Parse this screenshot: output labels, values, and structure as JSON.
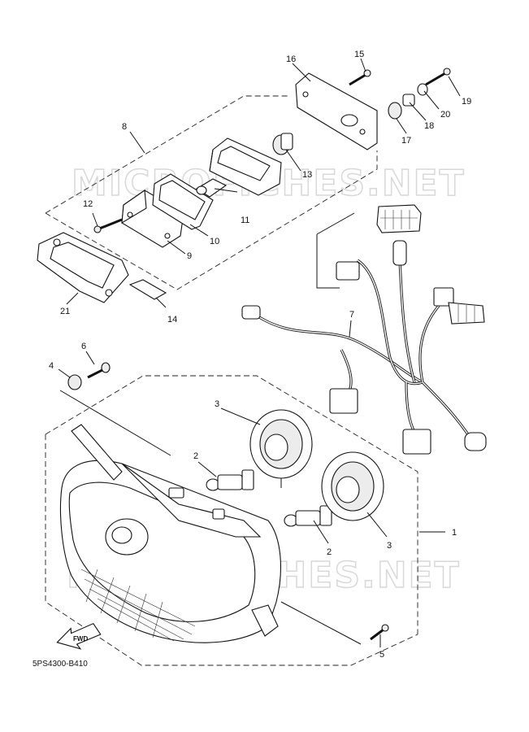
{
  "watermark": {
    "text_upper": "MICROFICHES.NET",
    "text_lower": "MICROFICHES.NET"
  },
  "diagram_code": "5PS4300-B410",
  "fwd_label": "FWD",
  "callouts": {
    "c1": "1",
    "c2a": "2",
    "c2b": "2",
    "c3a": "3",
    "c3b": "3",
    "c4": "4",
    "c5": "5",
    "c6": "6",
    "c7": "7",
    "c8": "8",
    "c9": "9",
    "c10": "10",
    "c11": "11",
    "c12": "12",
    "c13": "13",
    "c14": "14",
    "c15": "15",
    "c16": "16",
    "c17": "17",
    "c18": "18",
    "c19": "19",
    "c20": "20",
    "c21": "21"
  }
}
